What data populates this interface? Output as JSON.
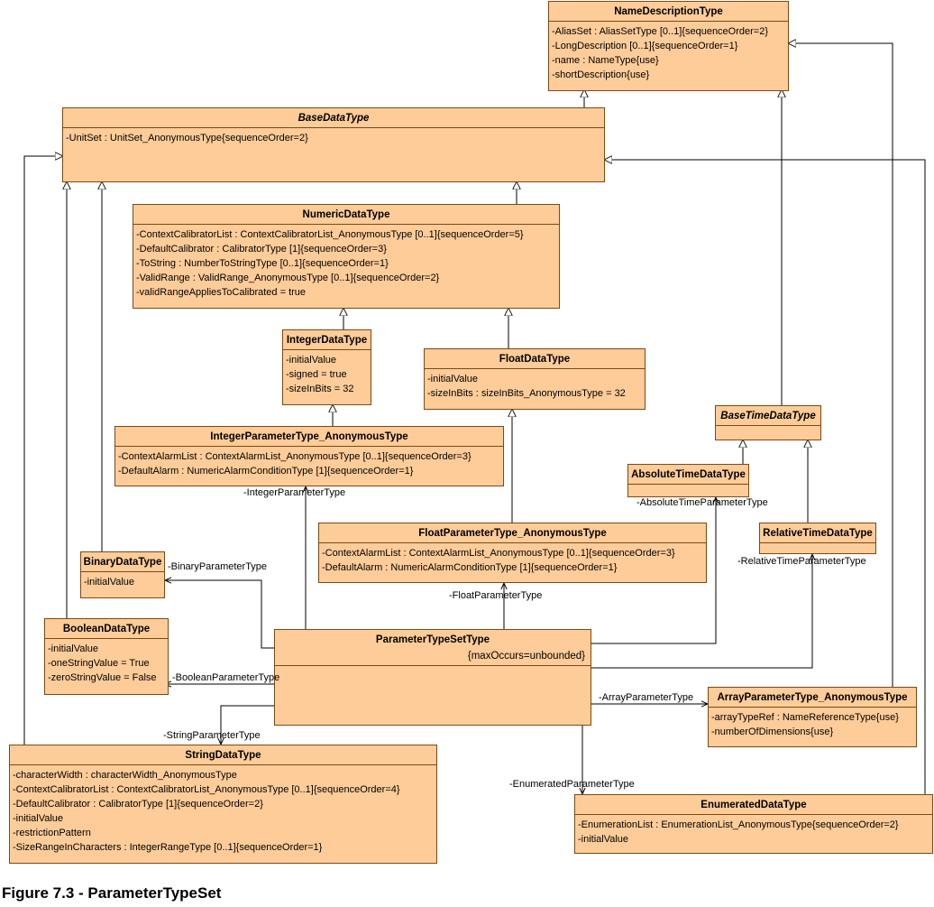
{
  "classes": {
    "name_description": {
      "name": "NameDescriptionType",
      "attrs": [
        "-AliasSet : AliasSetType [0..1]{sequenceOrder=2}",
        "-LongDescription [0..1]{sequenceOrder=1}",
        "-name : NameType{use}",
        "-shortDescription{use}"
      ]
    },
    "base_data": {
      "name": "BaseDataType",
      "attrs": [
        "-UnitSet : UnitSet_AnonymousType{sequenceOrder=2}"
      ]
    },
    "numeric_data": {
      "name": "NumericDataType",
      "attrs": [
        "-ContextCalibratorList : ContextCalibratorList_AnonymousType [0..1]{sequenceOrder=5}",
        "-DefaultCalibrator : CalibratorType [1]{sequenceOrder=3}",
        "-ToString : NumberToStringType [0..1]{sequenceOrder=1}",
        "-ValidRange : ValidRange_AnonymousType [0..1]{sequenceOrder=2}",
        "-validRangeAppliesToCalibrated = true"
      ]
    },
    "integer_data": {
      "name": "IntegerDataType",
      "attrs": [
        "-initialValue",
        "-signed = true",
        "-sizeInBits = 32"
      ]
    },
    "float_data": {
      "name": "FloatDataType",
      "attrs": [
        "-initialValue",
        "-sizeInBits : sizeInBits_AnonymousType = 32"
      ]
    },
    "integer_param": {
      "name": "IntegerParameterType_AnonymousType",
      "attrs": [
        "-ContextAlarmList : ContextAlarmList_AnonymousType [0..1]{sequenceOrder=3}",
        "-DefaultAlarm : NumericAlarmConditionType [1]{sequenceOrder=1}"
      ]
    },
    "base_time": {
      "name": "BaseTimeDataType",
      "attrs": []
    },
    "absolute_time": {
      "name": "AbsoluteTimeDataType",
      "attrs": []
    },
    "relative_time": {
      "name": "RelativeTimeDataType",
      "attrs": []
    },
    "float_param": {
      "name": "FloatParameterType_AnonymousType",
      "attrs": [
        "-ContextAlarmList : ContextAlarmList_AnonymousType [0..1]{sequenceOrder=3}",
        "-DefaultAlarm : NumericAlarmConditionType [1]{sequenceOrder=1}"
      ]
    },
    "binary_data": {
      "name": "BinaryDataType",
      "attrs": [
        "-initialValue"
      ]
    },
    "boolean_data": {
      "name": "BooleanDataType",
      "attrs": [
        "-initialValue",
        "-oneStringValue = True",
        "-zeroStringValue = False"
      ]
    },
    "parameter_type_set": {
      "name": "ParameterTypeSetType",
      "constraint": "{maxOccurs=unbounded}",
      "attrs": []
    },
    "array_param": {
      "name": "ArrayParameterType_AnonymousType",
      "attrs": [
        "-arrayTypeRef : NameReferenceType{use}",
        "-numberOfDimensions{use}"
      ]
    },
    "string_data": {
      "name": "StringDataType",
      "attrs": [
        "-characterWidth : characterWidth_AnonymousType",
        "-ContextCalibratorList : ContextCalibratorList_AnonymousType [0..1]{sequenceOrder=4}",
        "-DefaultCalibrator : CalibratorType [1]{sequenceOrder=2}",
        "-initialValue",
        "-restrictionPattern",
        "-SizeRangeInCharacters : IntegerRangeType [0..1]{sequenceOrder=1}"
      ]
    },
    "enumerated_data": {
      "name": "EnumeratedDataType",
      "attrs": [
        "-EnumerationList : EnumerationList_AnonymousType{sequenceOrder=2}",
        "-initialValue"
      ]
    }
  },
  "roles": {
    "integer": "-IntegerParameterType",
    "absolute_time": "-AbsoluteTimeParameterType",
    "relative_time": "-RelativeTimeParameterType",
    "binary": "-BinaryParameterType",
    "float": "-FloatParameterType",
    "boolean": "-BooleanParameterType",
    "array": "-ArrayParameterType",
    "string": "-StringParameterType",
    "enumerated": "-EnumeratedParameterType"
  },
  "caption": "Figure 7.3 - ParameterTypeSet",
  "colors": {
    "class_fill": "#fecc99",
    "class_border": "#7a4a14",
    "line": "#000000"
  }
}
